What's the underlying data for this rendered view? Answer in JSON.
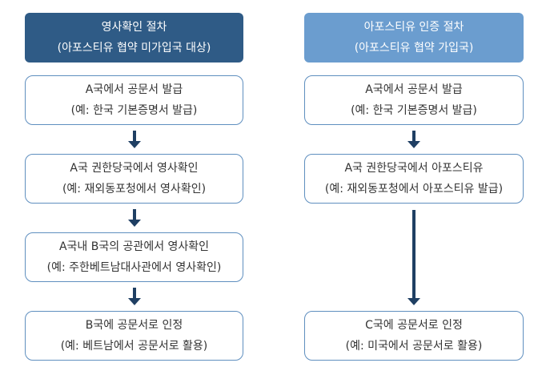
{
  "left": {
    "header": [
      "영사확인 절차",
      "(아포스티유 협약 미가입국 대상)"
    ],
    "steps": [
      [
        "A국에서 공문서 발급",
        "(예: 한국 기본증명서 발급)"
      ],
      [
        "A국 권한당국에서 영사확인",
        "(예: 재외동포청에서 영사확인)"
      ],
      [
        "A국내 B국의 공관에서 영사확인",
        "(예: 주한베트남대사관에서 영사확인)"
      ],
      [
        "B국에 공문서로 인정",
        "(예: 베트남에서 공문서로 활용)"
      ]
    ]
  },
  "right": {
    "header": [
      "아포스티유 인증 절차",
      "(아포스티유 협약 가입국)"
    ],
    "steps": [
      [
        "A국에서 공문서 발급",
        "(예: 한국 기본증명서 발급)"
      ],
      [
        "A국 권한당국에서 아포스티유",
        "(예: 재외동포청에서 아포스티유 발급)"
      ],
      [
        "C국에 공문서로 인정",
        "(예: 미국에서 공문서로 활용)"
      ]
    ]
  },
  "colors": {
    "left_header_bg": "#2f5b86",
    "right_header_bg": "#6b9dcf",
    "box_border": "#5f8fbf",
    "arrow": "#1f3f63"
  }
}
